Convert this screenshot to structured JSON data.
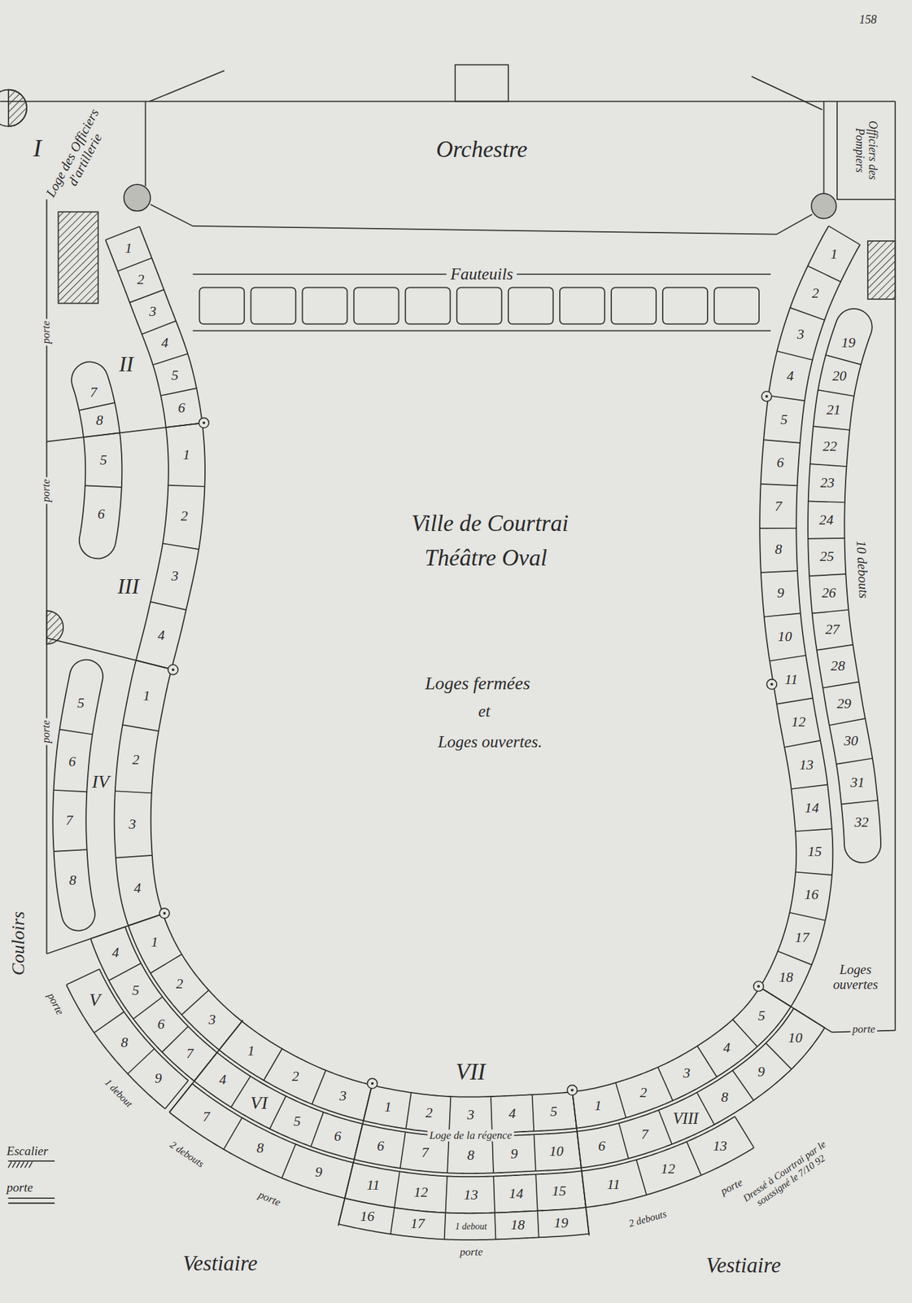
{
  "diagram": {
    "nodes": [
      {
        "text": [
          "Orchestre"
        ]
      },
      {
        "text": [
          "Fauteuils"
        ]
      },
      {
        "text": [
          "Officiers des Pompiers"
        ]
      }
    ],
    "labels": [
      "158",
      "I",
      "Loge des Officiers d'artillerie",
      "II",
      "porte",
      "1",
      "2",
      "3",
      "4",
      "5",
      "6",
      "7",
      "8",
      "porte",
      "5",
      "6",
      "III",
      "1",
      "2",
      "3",
      "4",
      "porte",
      "5",
      "6",
      "7",
      "8",
      "IV",
      "1",
      "2",
      "3",
      "4",
      "Couloirs",
      "1",
      "2",
      "3",
      "4",
      "5",
      "6",
      "7",
      "V",
      "8",
      "9",
      "1 debout",
      "porte",
      "1",
      "2",
      "3",
      "VI",
      "4",
      "5",
      "6",
      "7",
      "8",
      "9",
      "porte",
      "2 debouts",
      "VII",
      "1",
      "2",
      "3",
      "4",
      "5",
      "Loge de la régence",
      "6",
      "7",
      "8",
      "9",
      "10",
      "11",
      "12",
      "13",
      "14",
      "15",
      "16",
      "17",
      "1 debout",
      "18",
      "19",
      "porte",
      "1",
      "2",
      "3",
      "4",
      "5",
      "VIII",
      "6",
      "7",
      "8",
      "9",
      "10",
      "11",
      "12",
      "13",
      "2 debouts",
      "porte",
      "1",
      "2",
      "3",
      "4",
      "5",
      "6",
      "7",
      "8",
      "9",
      "10",
      "11",
      "12",
      "13",
      "14",
      "15",
      "16",
      "17",
      "18",
      "19",
      "20",
      "21",
      "22",
      "23",
      "24",
      "25",
      "26",
      "27",
      "28",
      "29",
      "30",
      "31",
      "32",
      "10 debouts",
      "Loges ouvertes",
      "porte",
      "Ville de Courtrai",
      "Théâtre Oval",
      "Loges fermées",
      "et",
      "Loges ouvertes.",
      "Vestiaire",
      "Vestiaire",
      "Dressé à Courtrai par le soussigné le 7/10 92"
    ],
    "legend": [
      {
        "text": "Escalier"
      },
      {
        "text": "porte"
      }
    ]
  }
}
